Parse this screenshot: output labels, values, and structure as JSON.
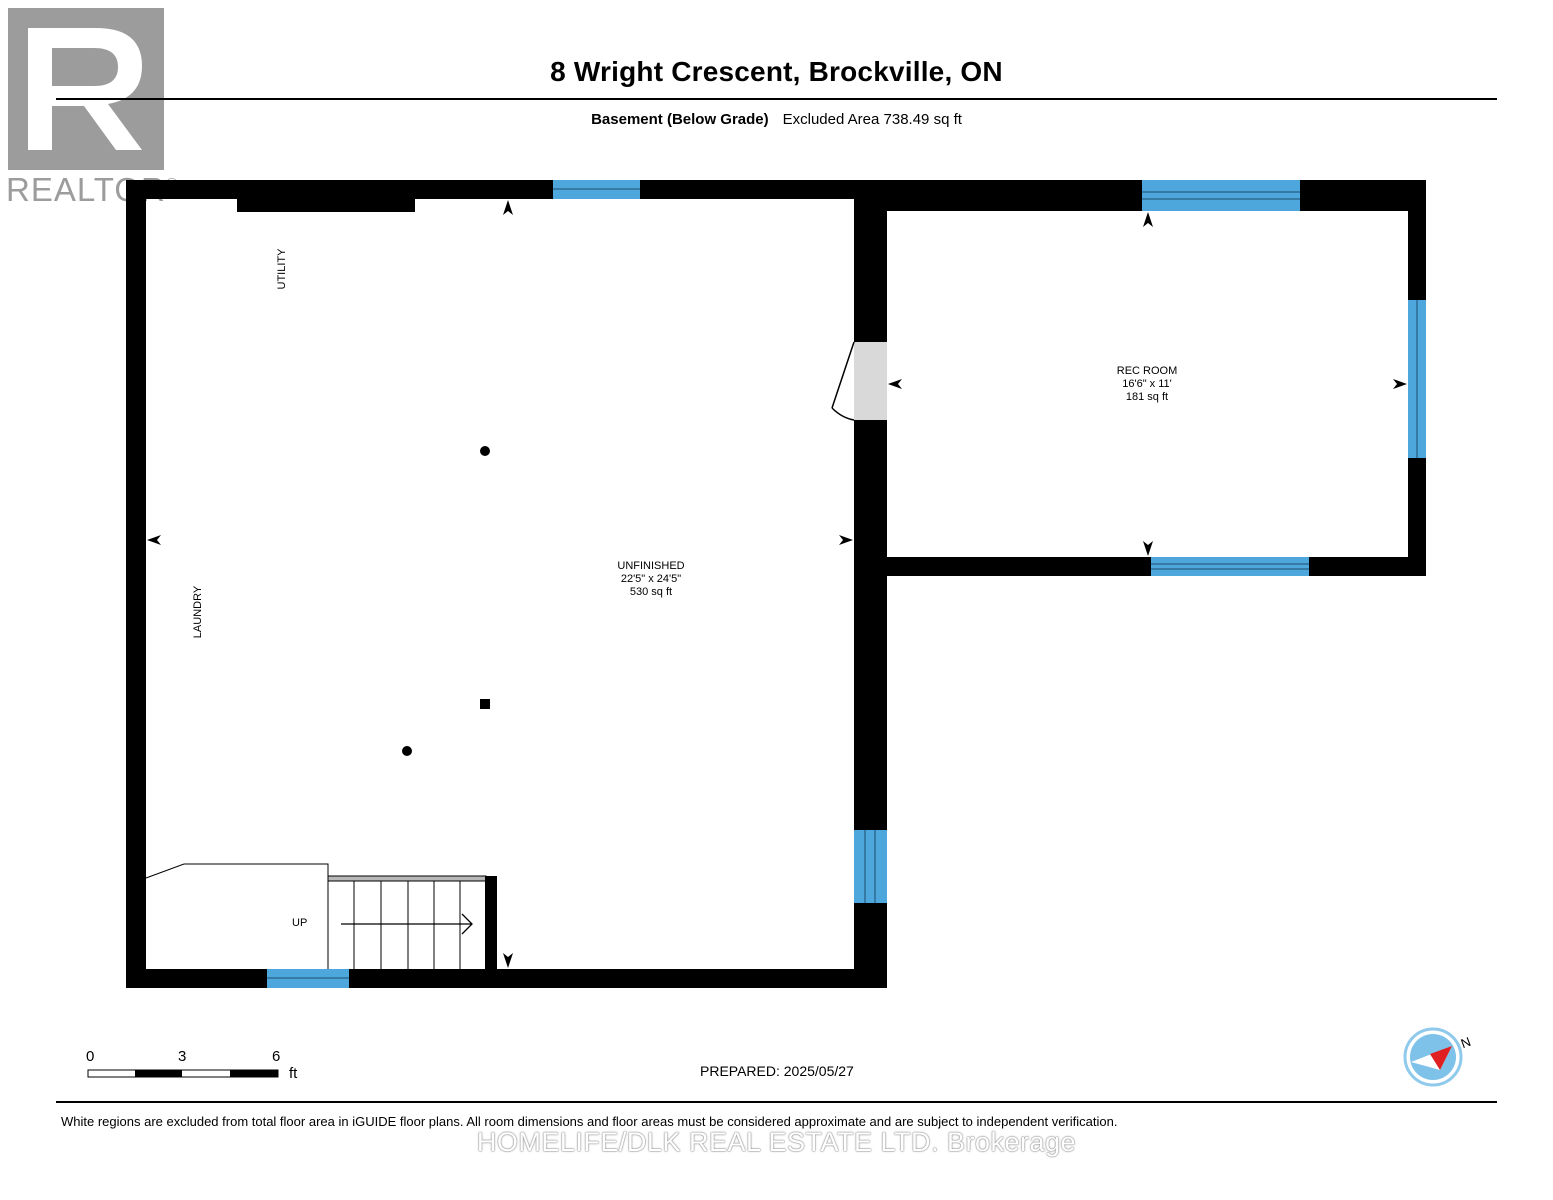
{
  "header": {
    "address": "8 Wright Crescent, Brockville, ON",
    "level": "Basement (Below Grade)",
    "excluded_area": "Excluded Area 738.49 sq ft"
  },
  "rooms": {
    "unfinished": {
      "name": "UNFINISHED",
      "dims": "22'5\" x 24'5\"",
      "area": "530 sq ft"
    },
    "rec_room": {
      "name": "REC ROOM",
      "dims": "16'6\" x 11'",
      "area": "181 sq ft"
    },
    "utility": "UTILITY",
    "laundry": "LAUNDRY",
    "stairs": "UP"
  },
  "scale": {
    "ticks": [
      "0",
      "3",
      "6"
    ],
    "unit": "ft"
  },
  "compass": {
    "label": "N"
  },
  "footer": {
    "prepared": "PREPARED: 2025/05/27",
    "disclaimer": "White regions are excluded from total floor area in iGUIDE floor plans. All room dimensions and floor areas must be considered approximate and are subject to independent verification.",
    "watermark": "HOMELIFE/DLK REAL ESTATE LTD. Brokerage"
  },
  "logo": {
    "wordmark": "REALTOR",
    "mark": "®"
  },
  "colors": {
    "wall": "#000000",
    "window": "#4da6dc",
    "door_fill": "#d9d9d9",
    "logo": "#9c9c9c",
    "compass_arrow": "#e02020"
  }
}
